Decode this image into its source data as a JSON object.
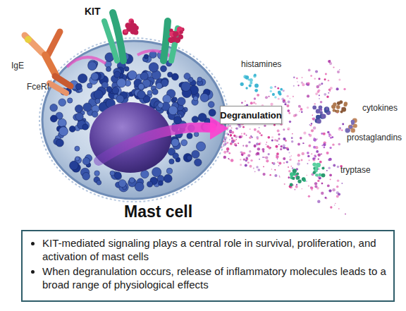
{
  "diagram": {
    "nodes": [
      {
        "text": [
          "Degranulation"
        ]
      },
      {
        "text": [
          "KIT-mediated signaling plays a central role in survival, proliferation, and activation of mast cells",
          "When degranulation occurs, release of inflammatory molecules leads to a broad range of physiological effects"
        ]
      }
    ],
    "labels": [
      "KIT",
      "IgE",
      "FceRI",
      "histamines",
      "cytokines",
      "prostaglandins",
      "tryptase",
      "Mast cell"
    ]
  }
}
